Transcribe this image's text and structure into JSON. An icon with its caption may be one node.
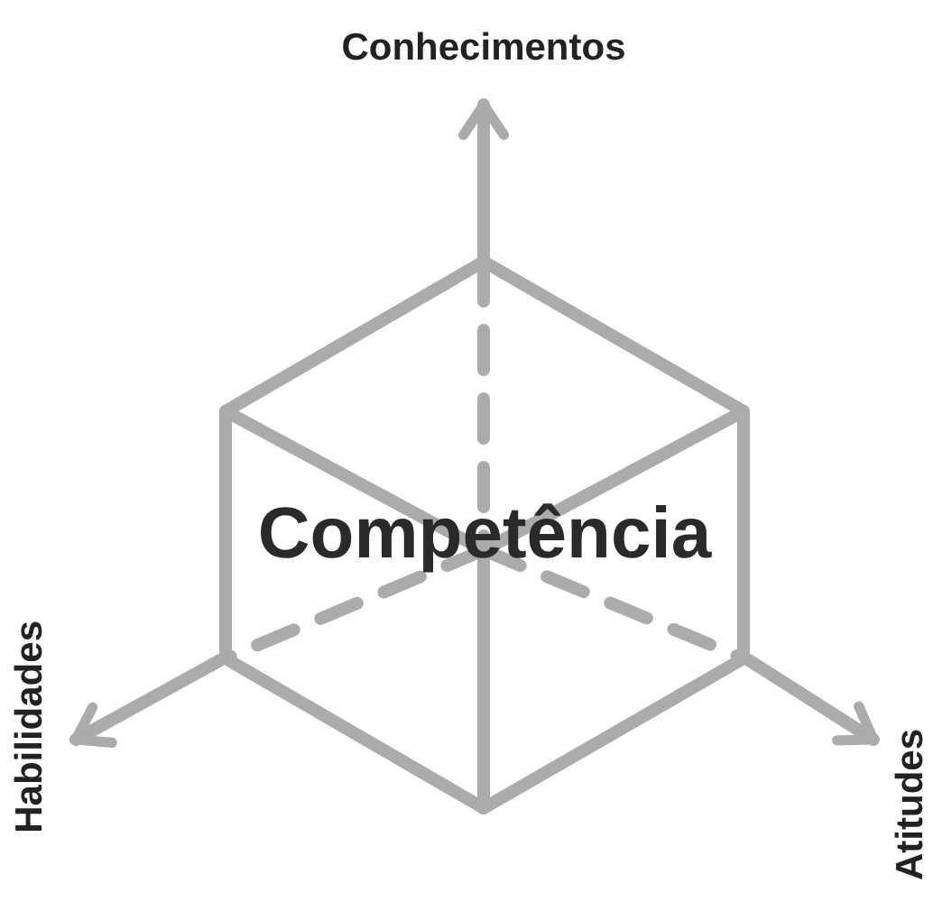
{
  "diagram": {
    "nodes": [
      {
        "text": [
          "Competência"
        ]
      },
      {
        "text": [
          "Conhecimentos"
        ]
      },
      {
        "text": [
          "Habilidades"
        ]
      },
      {
        "text": [
          "Atitudes"
        ]
      }
    ],
    "edges": [
      {
        "from": 0,
        "to": 1,
        "arrow": "to"
      },
      {
        "from": 0,
        "to": 2,
        "arrow": "to"
      },
      {
        "from": 0,
        "to": 3,
        "arrow": "to"
      }
    ]
  }
}
